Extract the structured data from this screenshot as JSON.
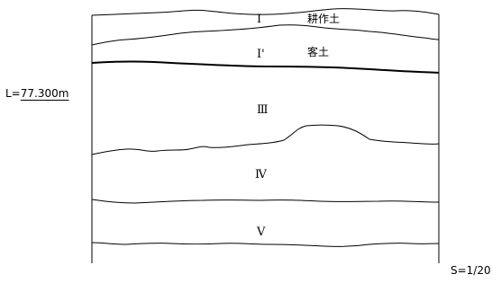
{
  "section": {
    "level_prefix": "L=",
    "level_value": "77.300m",
    "scale": "S=1/20",
    "layers": [
      {
        "num": "Ⅰ",
        "name": "耕作土"
      },
      {
        "num": "Ⅰ'",
        "name": "客土"
      },
      {
        "num": "Ⅲ"
      },
      {
        "num": "Ⅳ"
      },
      {
        "num": "Ⅴ"
      }
    ]
  }
}
